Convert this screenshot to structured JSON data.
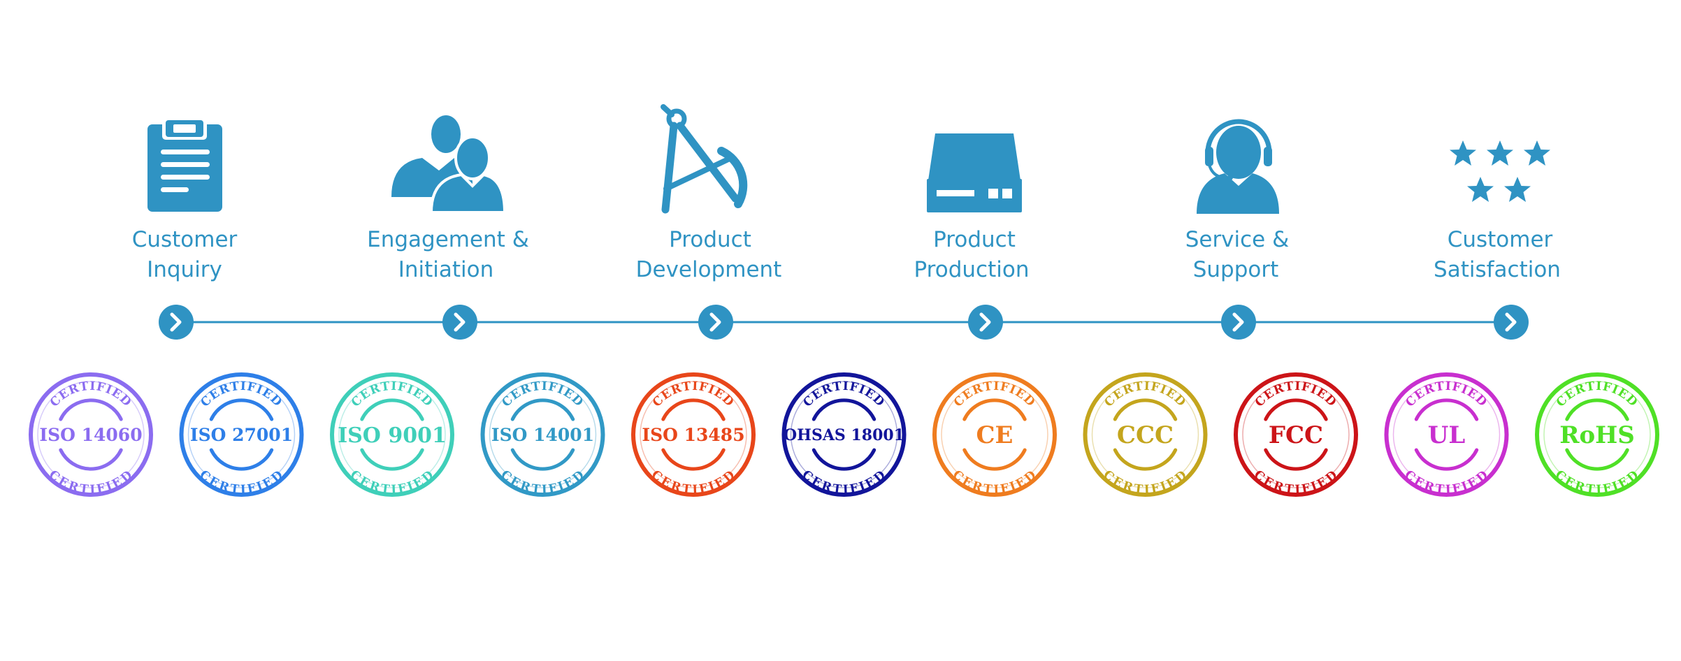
{
  "theme": {
    "accent": "#2f93c3",
    "line": "#2f93c3"
  },
  "steps": [
    {
      "label_line1": "Customer",
      "label_line2": "Inquiry",
      "icon": "clipboard-icon"
    },
    {
      "label_line1": "Engagement &",
      "label_line2": "Initiation",
      "icon": "people-icon"
    },
    {
      "label_line1": "Product",
      "label_line2": "Development",
      "icon": "compass-icon"
    },
    {
      "label_line1": "Product",
      "label_line2": "Production",
      "icon": "machine-icon"
    },
    {
      "label_line1": "Service &",
      "label_line2": "Support",
      "icon": "headset-agent-icon"
    },
    {
      "label_line1": "Customer",
      "label_line2": "Satisfaction",
      "icon": "stars-icon"
    }
  ],
  "certifications": [
    {
      "top": "CERTIFIED",
      "name": "ISO 14060",
      "bottom": "CERTIFIED",
      "color": "#8b6cf0"
    },
    {
      "top": "CERTIFIED",
      "name": "ISO 27001",
      "bottom": "CERTIFIED",
      "color": "#2e7fe8"
    },
    {
      "top": "CERTIFIED",
      "name": "ISO 9001",
      "bottom": "CERTIFIED",
      "color": "#3fcfb9"
    },
    {
      "top": "CERTIFIED",
      "name": "ISO 14001",
      "bottom": "CERTIFIED",
      "color": "#3199c6"
    },
    {
      "top": "CERTIFIED",
      "name": "ISO 13485",
      "bottom": "CERTIFIED",
      "color": "#e8461a"
    },
    {
      "top": "CERTIFIED",
      "name": "OHSAS 18001",
      "bottom": "CERTIFIED",
      "color": "#12159a"
    },
    {
      "top": "CERTIFIED",
      "name": "CE",
      "bottom": "CERTIFIED",
      "color": "#ef7c1f"
    },
    {
      "top": "CERTIFIED",
      "name": "CCC",
      "bottom": "CERTIFIED",
      "color": "#c4a51d"
    },
    {
      "top": "CERTIFIED",
      "name": "FCC",
      "bottom": "CERTIFIED",
      "color": "#cc1418"
    },
    {
      "top": "CERTIFIED",
      "name": "UL",
      "bottom": "CERTIFIED",
      "color": "#c82fcf"
    },
    {
      "top": "CERTIFIED",
      "name": "RoHS",
      "bottom": "CERTIFIED",
      "color": "#4fe026"
    }
  ]
}
